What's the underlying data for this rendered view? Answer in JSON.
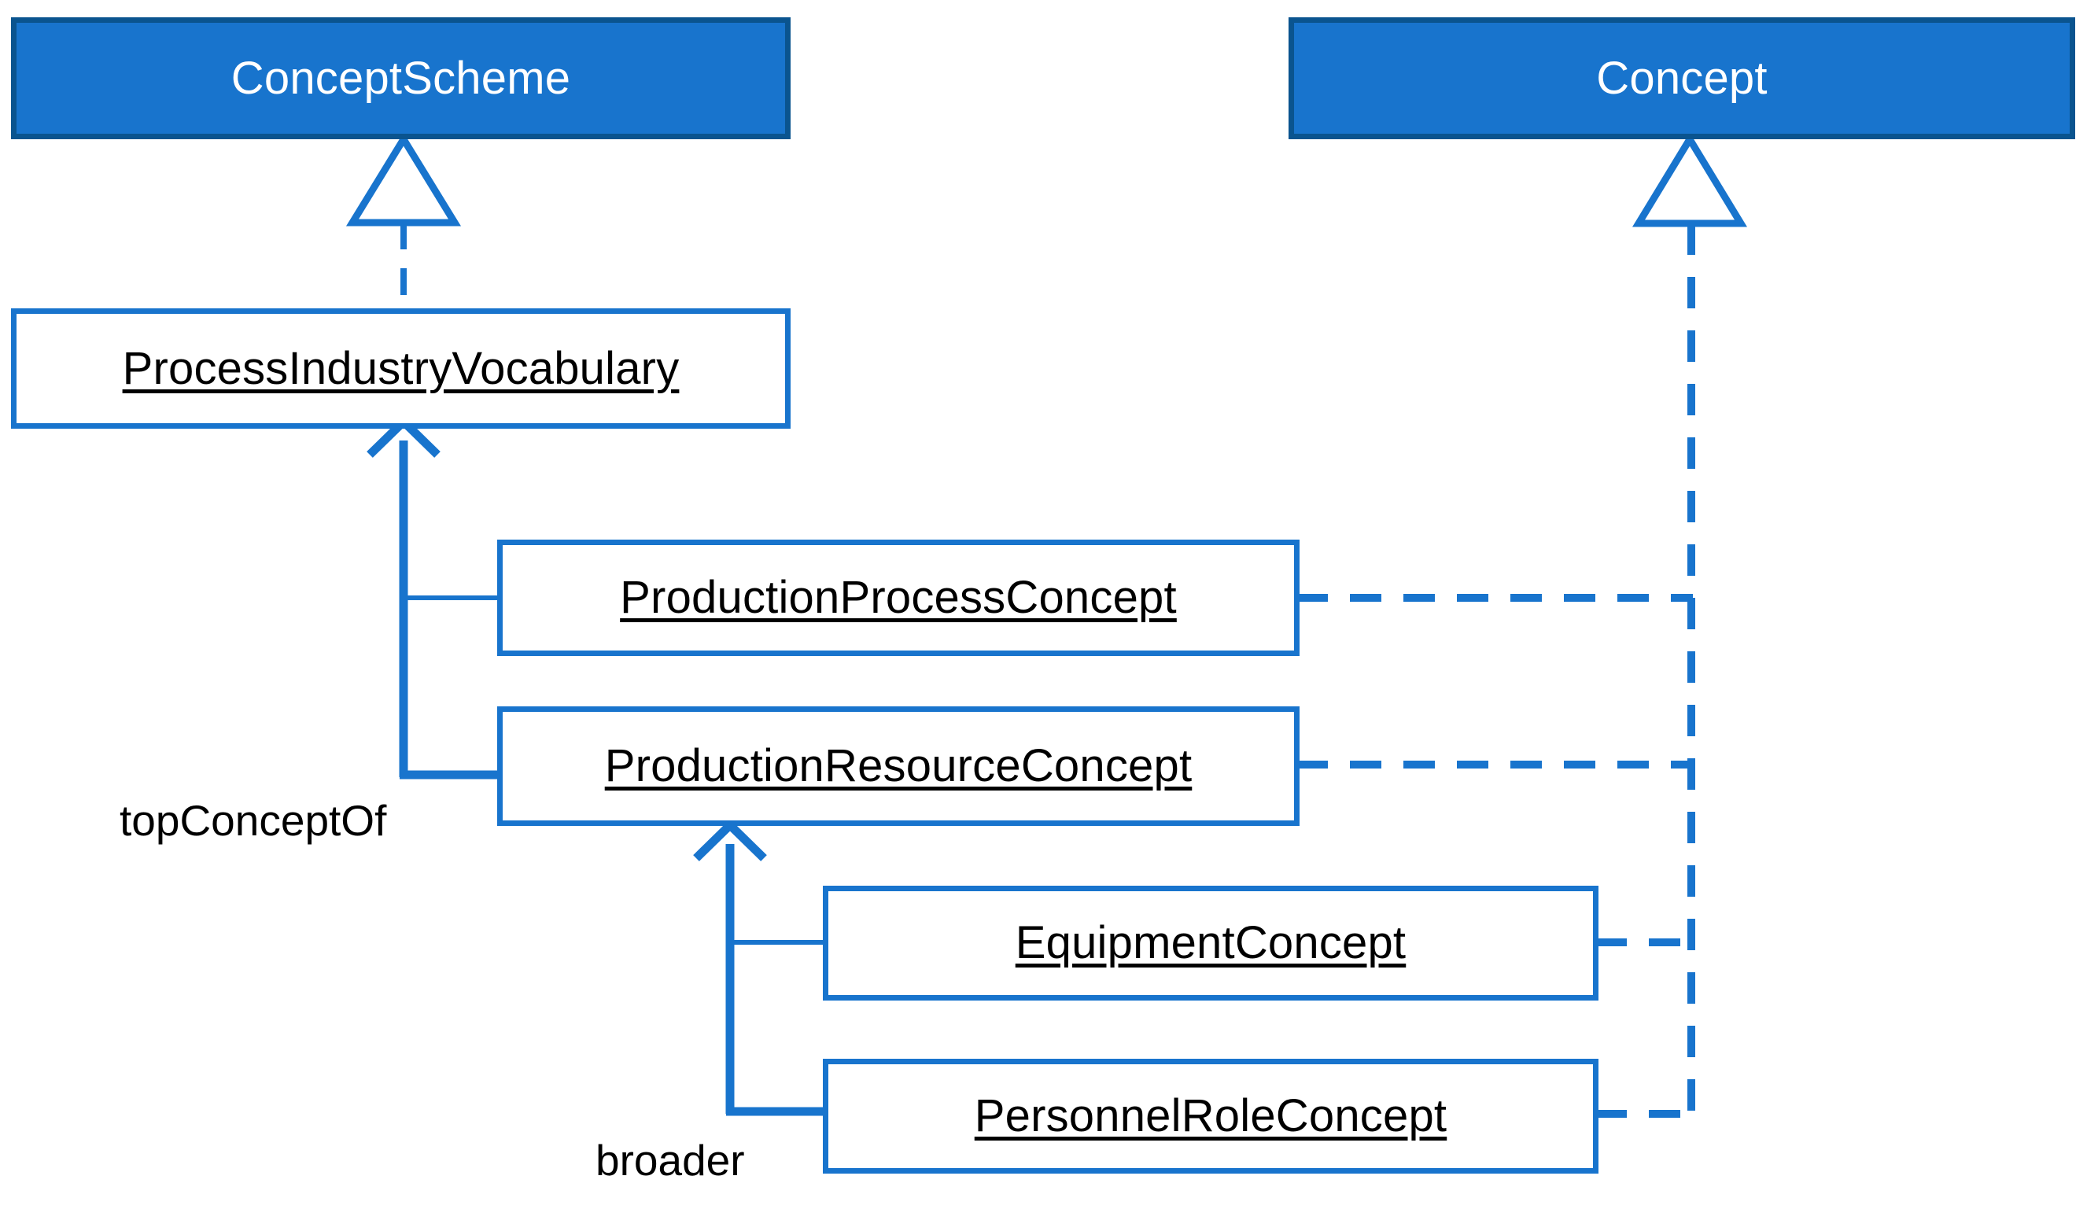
{
  "diagram": {
    "title": "SKOS ConceptScheme and Concept instance diagram",
    "colors": {
      "classifier_fill": "#1874cd",
      "classifier_border": "#0a548f",
      "instance_border": "#1874cd",
      "instance_fill": "#ffffff",
      "connector": "#1874cd",
      "text_dark": "#000000",
      "text_light": "#ffffff"
    },
    "nodes": [
      {
        "id": "concept-scheme",
        "label": "ConceptScheme",
        "kind": "classifier"
      },
      {
        "id": "concept",
        "label": "Concept",
        "kind": "classifier"
      },
      {
        "id": "process-industry-vocabulary",
        "label": "ProcessIndustryVocabulary",
        "kind": "instance"
      },
      {
        "id": "production-process-concept",
        "label": "ProductionProcessConcept",
        "kind": "instance"
      },
      {
        "id": "production-resource-concept",
        "label": "ProductionResourceConcept",
        "kind": "instance"
      },
      {
        "id": "equipment-concept",
        "label": "EquipmentConcept",
        "kind": "instance"
      },
      {
        "id": "personnel-role-concept",
        "label": "PersonnelRoleConcept",
        "kind": "instance"
      }
    ],
    "edge_labels": [
      {
        "id": "top-concept-of",
        "label": "topConceptOf"
      },
      {
        "id": "broader",
        "label": "broader"
      }
    ]
  }
}
